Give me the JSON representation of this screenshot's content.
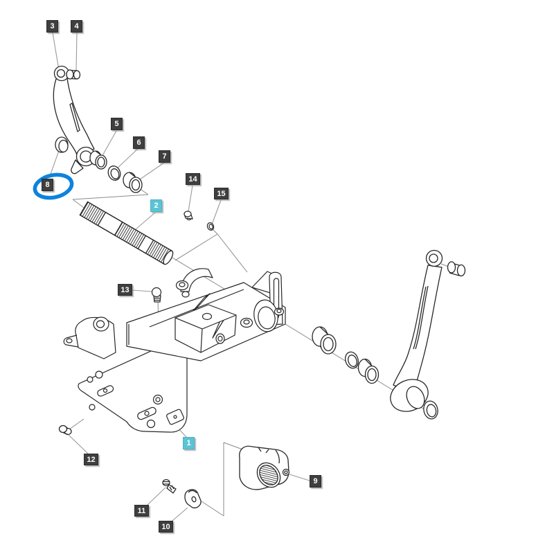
{
  "diagram": {
    "type": "exploded-parts-diagram",
    "background": "#ffffff",
    "colors": {
      "part_outline": "#262626",
      "leader_line": "#9a9a9a",
      "assembly_line": "#8a8a8a",
      "label_dark_bg": "#3F3F3F",
      "label_highlight_bg": "#5BC4D4",
      "label_text": "#FFFFFF",
      "highlight_ellipse": "#0C83DE"
    },
    "labels": {
      "l1": {
        "text": "1",
        "style": "highlight"
      },
      "l2": {
        "text": "2",
        "style": "highlight"
      },
      "l3": {
        "text": "3",
        "style": "dark"
      },
      "l4": {
        "text": "4",
        "style": "dark"
      },
      "l5": {
        "text": "5",
        "style": "dark"
      },
      "l6": {
        "text": "6",
        "style": "dark"
      },
      "l7": {
        "text": "7",
        "style": "dark"
      },
      "l8": {
        "text": "8",
        "style": "dark",
        "highlight_ring": true
      },
      "l9": {
        "text": "9",
        "style": "dark"
      },
      "l10": {
        "text": "10",
        "style": "dark"
      },
      "l11": {
        "text": "11",
        "style": "dark"
      },
      "l12": {
        "text": "12",
        "style": "dark"
      },
      "l13": {
        "text": "13",
        "style": "dark"
      },
      "l14": {
        "text": "14",
        "style": "dark"
      },
      "l15": {
        "text": "15",
        "style": "dark"
      }
    }
  }
}
